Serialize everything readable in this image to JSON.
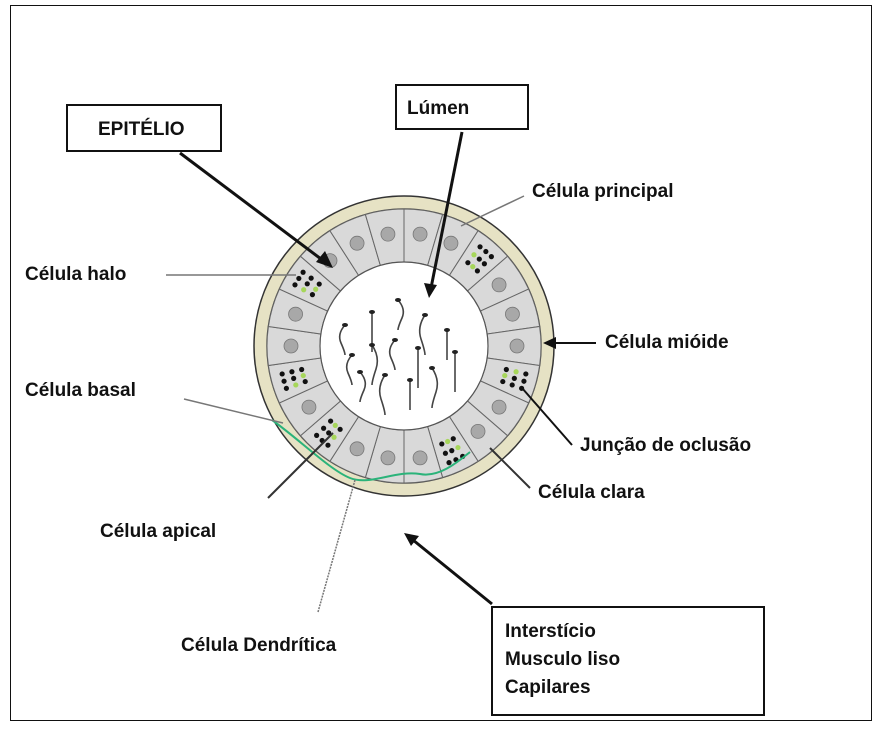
{
  "labels": {
    "epitelio": "EPITÉLIO",
    "lumen": "Lúmen",
    "celula_principal": "Célula principal",
    "celula_halo": "Célula halo",
    "celula_mioide": "Célula mióide",
    "celula_basal": "Célula basal",
    "juncao_oclusao": "Junção de oclusão",
    "celula_clara": "Célula clara",
    "celula_apical": "Célula apical",
    "celula_dendritica": "Célula Dendrítica"
  },
  "interstitium_box": {
    "lines": [
      "Interstício",
      "Musculo liso",
      "Capilares"
    ]
  },
  "colors": {
    "stroma": "#e6e2c4",
    "cell_fill": "#d9d9d9",
    "lumen_fill": "#ffffff",
    "nucleus": "#a8a8a8",
    "granule_dark": "#111111",
    "granule_green": "#a6d65a",
    "dendritic_line": "#2bb37a"
  }
}
